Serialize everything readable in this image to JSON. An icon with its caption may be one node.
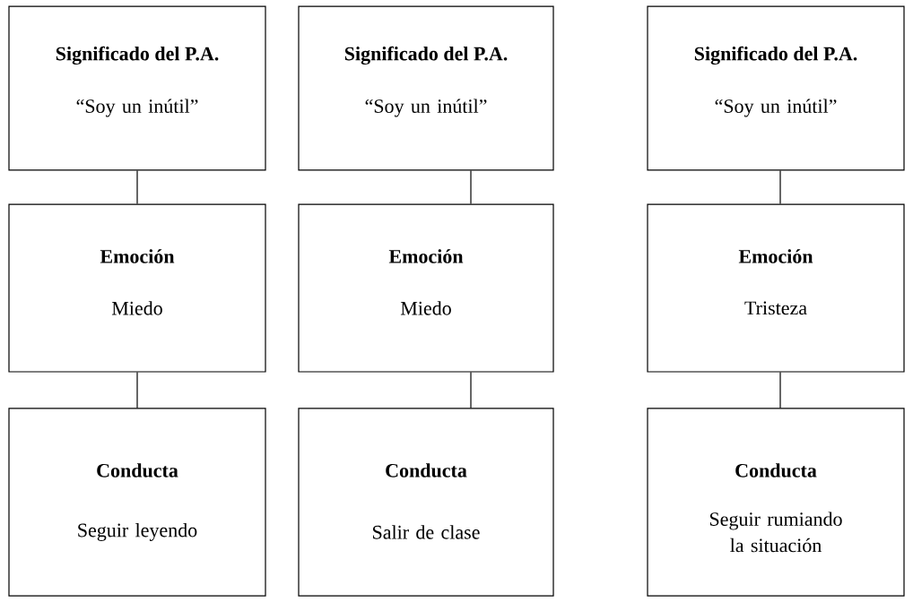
{
  "diagram": {
    "nodes": [
      {
        "text": [
          "Significado del P.A.",
          "“Soy un inútil”"
        ]
      },
      {
        "text": [
          "Significado del P.A.",
          "“Soy un inútil”"
        ]
      },
      {
        "text": [
          "Significado del P.A.",
          "“Soy un inútil”"
        ]
      },
      {
        "text": [
          "Emoción",
          "Miedo"
        ]
      },
      {
        "text": [
          "Emoción",
          "Miedo"
        ]
      },
      {
        "text": [
          "Emoción",
          "Tristeza"
        ]
      },
      {
        "text": [
          "Conducta",
          "Seguir leyendo"
        ]
      },
      {
        "text": [
          "Conducta",
          "Salir de clase"
        ]
      },
      {
        "text": [
          "Conducta",
          "Seguir rumiando la situación"
        ]
      }
    ],
    "edges": [
      {
        "from": 0,
        "to": 3,
        "arrow": "none"
      },
      {
        "from": 1,
        "to": 4,
        "arrow": "none"
      },
      {
        "from": 2,
        "to": 5,
        "arrow": "none"
      },
      {
        "from": 3,
        "to": 6,
        "arrow": "none"
      },
      {
        "from": 4,
        "to": 7,
        "arrow": "none"
      },
      {
        "from": 5,
        "to": 8,
        "arrow": "none"
      }
    ]
  }
}
